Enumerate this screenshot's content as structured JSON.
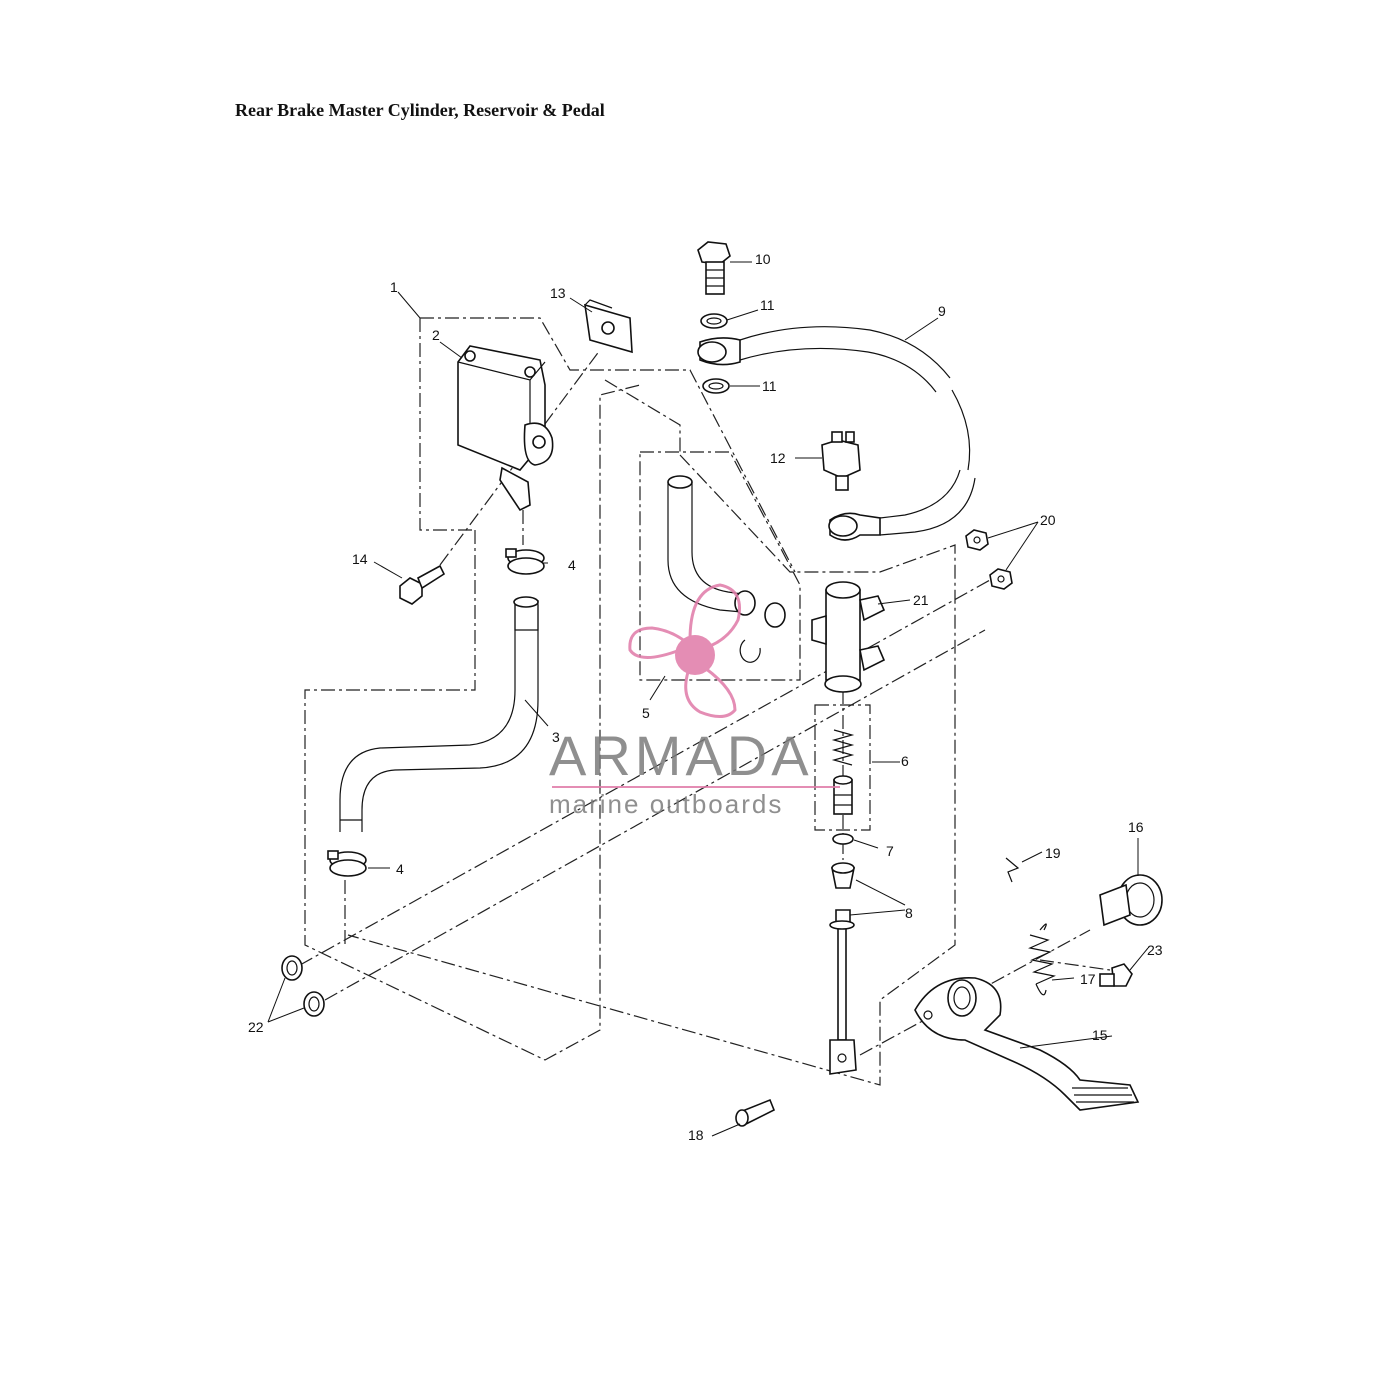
{
  "title": "Rear Brake Master Cylinder, Reservoir & Pedal",
  "callouts": [
    "1",
    "2",
    "3",
    "4",
    "4",
    "5",
    "6",
    "7",
    "8",
    "9",
    "10",
    "11",
    "11",
    "12",
    "13",
    "14",
    "15",
    "16",
    "17",
    "18",
    "19",
    "20",
    "21",
    "22",
    "23"
  ],
  "watermark": {
    "brand": "ARMADA",
    "tagline": "marine outboards",
    "icon": "propeller-icon",
    "accent_color": "#e07aa8",
    "text_color": "#7c7c7c"
  }
}
